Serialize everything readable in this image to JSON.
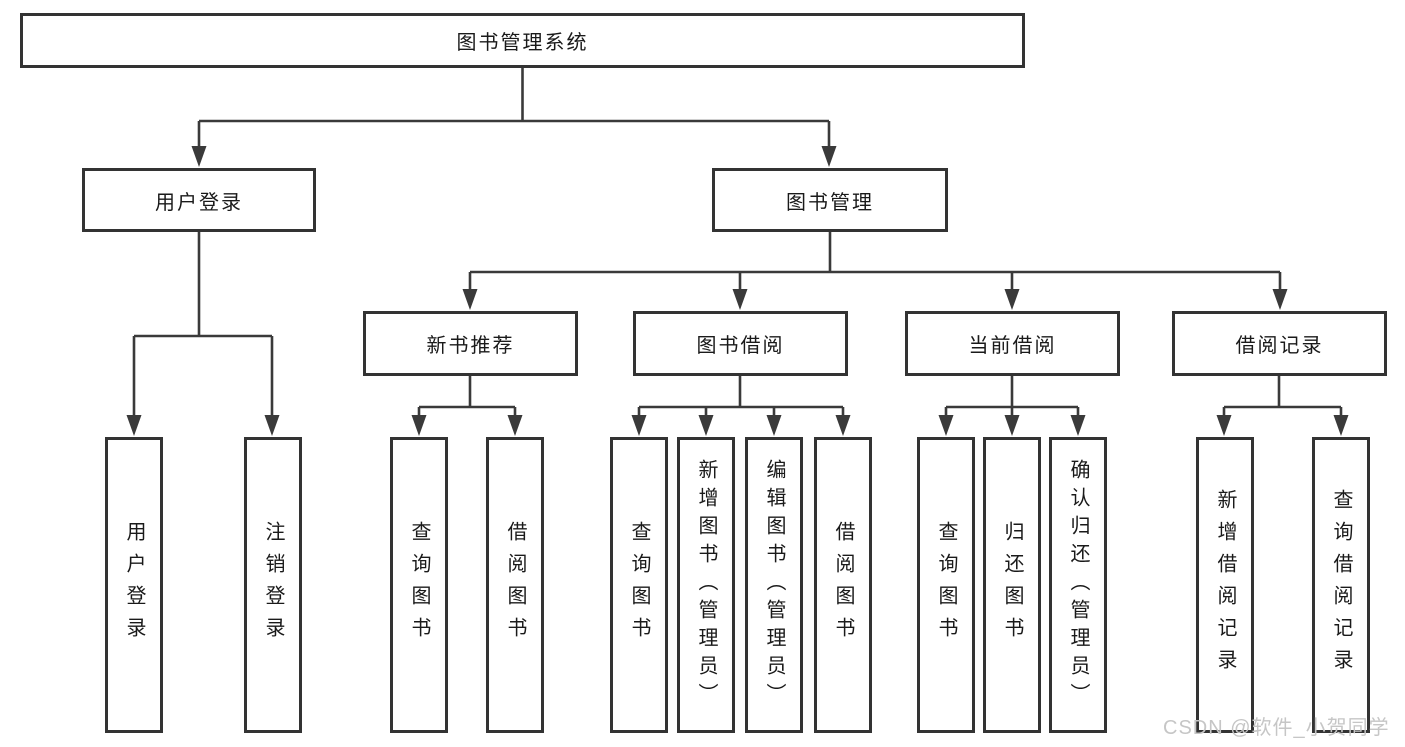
{
  "diagram": {
    "watermark": "CSDN @软件_小贺同学",
    "colors": {
      "background": "#ffffff",
      "line": "#3a3a3a",
      "box_border": "#333333",
      "text": "#1a1a1a",
      "watermark": "#c6c6c6"
    },
    "tree": {
      "label": "图书管理系统",
      "children": [
        {
          "label": "用户登录",
          "children": [
            {
              "label": "用户登录"
            },
            {
              "label": "注销登录"
            }
          ]
        },
        {
          "label": "图书管理",
          "children": [
            {
              "label": "新书推荐",
              "children": [
                {
                  "label": "查询图书"
                },
                {
                  "label": "借阅图书"
                }
              ]
            },
            {
              "label": "图书借阅",
              "children": [
                {
                  "label": "查询图书"
                },
                {
                  "label": "新增图书（管理员）"
                },
                {
                  "label": "编辑图书（管理员）"
                },
                {
                  "label": "借阅图书"
                }
              ]
            },
            {
              "label": "当前借阅",
              "children": [
                {
                  "label": "查询图书"
                },
                {
                  "label": "归还图书"
                },
                {
                  "label": "确认归还（管理员）"
                }
              ]
            },
            {
              "label": "借阅记录",
              "children": [
                {
                  "label": "新增借阅记录"
                },
                {
                  "label": "查询借阅记录"
                }
              ]
            }
          ]
        }
      ]
    }
  }
}
